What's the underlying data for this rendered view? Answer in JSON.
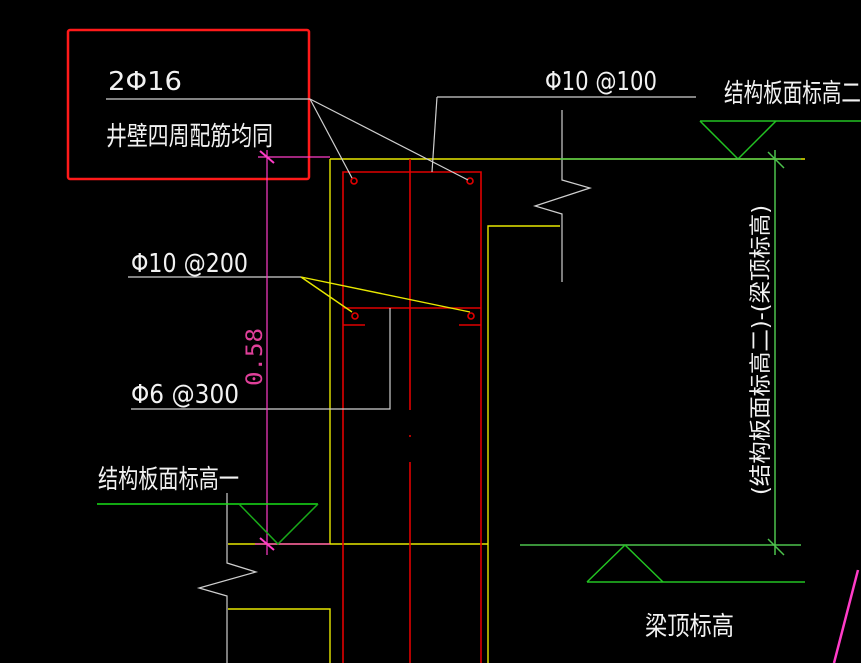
{
  "drawing": {
    "title": "井壁配筋节点详图",
    "background": "#000000",
    "colors": {
      "wall_outline": "#e8e800",
      "rebar": "#e00000",
      "leader": "#cfcfcf",
      "elevation": "#22c322",
      "dimension": "#ff3cc8",
      "highlight_box": "#ff1a1a",
      "text": "#f2f2f2"
    },
    "annotations": {
      "top_bars": "2Φ16",
      "top_bars_note": "井壁四周配筋均同",
      "horizontal_top": "Φ10 @100",
      "mid_bars": "Φ10 @200",
      "stirrup": "Φ6 @300",
      "dimension_value": "0.58",
      "elevation_top_right": "结构板面标高二",
      "elevation_left": "结构板面标高一",
      "beam_top": "梁顶标高",
      "vertical_dim_label": "(结构板面标高二)-(梁顶标高)"
    }
  }
}
